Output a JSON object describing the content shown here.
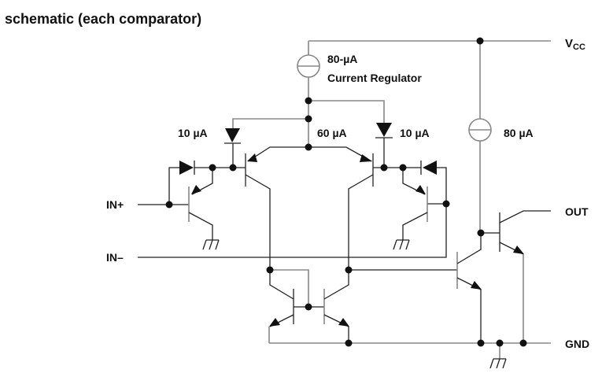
{
  "title": "schematic (each comparator)",
  "labels": {
    "vcc_main": "V",
    "vcc_sub": "CC",
    "out": "OUT",
    "gnd": "GND",
    "in_plus": "IN+",
    "in_minus": "IN–",
    "regulator_current": "80-µA",
    "regulator_name": "Current Regulator",
    "left_diode_current": "10 µA",
    "tail_current": "60 µA",
    "right_diode_current": "10 µA",
    "output_source_current": "80 µA"
  }
}
